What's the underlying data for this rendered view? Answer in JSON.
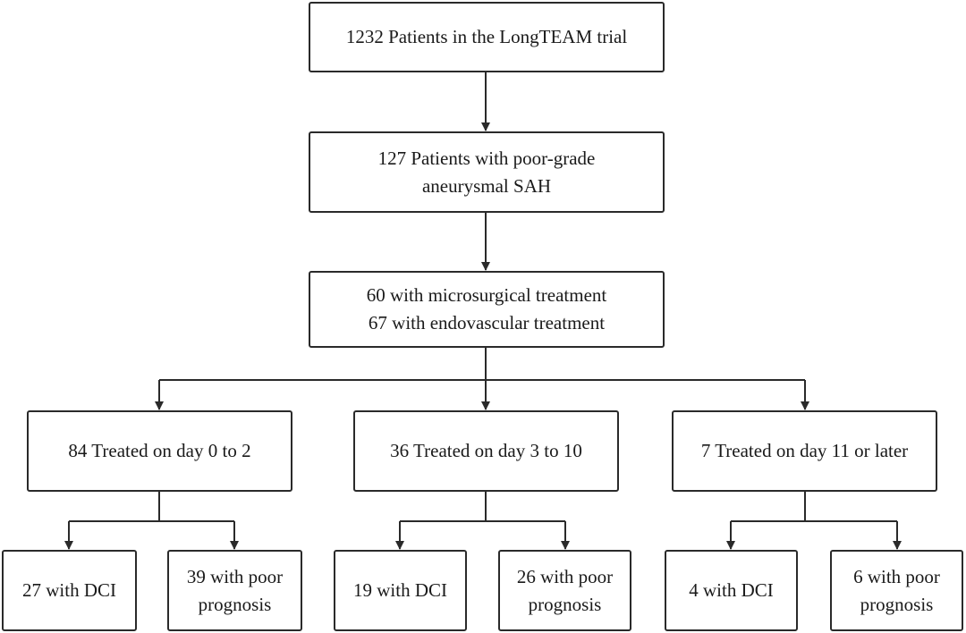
{
  "flowchart": {
    "total": {
      "lines": [
        "1232 Patients in the LongTEAM trial"
      ]
    },
    "poor_grade": {
      "lines": [
        "127 Patients with poor-grade",
        "aneurysmal SAH"
      ]
    },
    "treatment": {
      "lines": [
        "60 with microsurgical treatment",
        "67 with endovascular treatment"
      ]
    },
    "timing_groups": [
      {
        "label": "84 Treated on day 0 to 2",
        "dci": "27 with DCI",
        "poor_prognosis": [
          "39 with poor",
          "prognosis"
        ]
      },
      {
        "label": "36 Treated on day 3 to 10",
        "dci": "19 with DCI",
        "poor_prognosis": [
          "26 with poor",
          "prognosis"
        ]
      },
      {
        "label": "7 Treated on day 11 or later",
        "dci": "4 with DCI",
        "poor_prognosis": [
          "6 with poor",
          "prognosis"
        ]
      }
    ]
  }
}
